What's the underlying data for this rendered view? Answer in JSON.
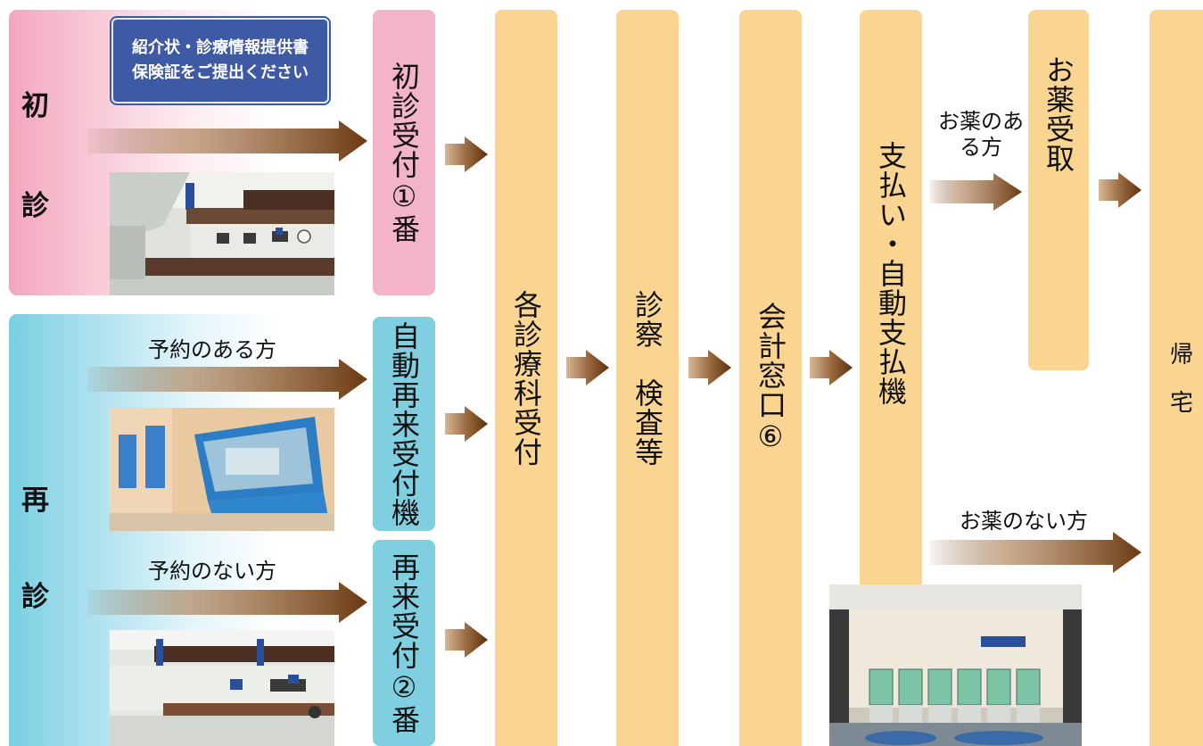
{
  "first_visit": {
    "title_top": "初",
    "title_bottom": "診",
    "notice_line1": "紹介状・診療情報提供書",
    "notice_line2": "保険証をご提出ください",
    "reception": "初診受付①番"
  },
  "repeat_visit": {
    "title_top": "再",
    "title_bottom": "診",
    "with_appointment": "予約のある方",
    "without_appointment": "予約のない方",
    "auto_machine": "自動再来受付機",
    "reception": "再来受付②番"
  },
  "flow": {
    "department_reception": "各診療科受付",
    "examination": "診察　検査等",
    "accounting": "会計窓口⑥",
    "payment": "支払い・自動支払機",
    "medicine_yes": "お薬のある方",
    "medicine_pickup": "お薬受取",
    "medicine_no": "お薬のない方",
    "go_home": "帰　宅"
  },
  "colors": {
    "first_visit": "#f4b4c7",
    "repeat_visit": "#7fcfe0",
    "flow_step": "#fad592",
    "notice_bg": "#3f5aa5",
    "arrow": "#6b3a12"
  }
}
